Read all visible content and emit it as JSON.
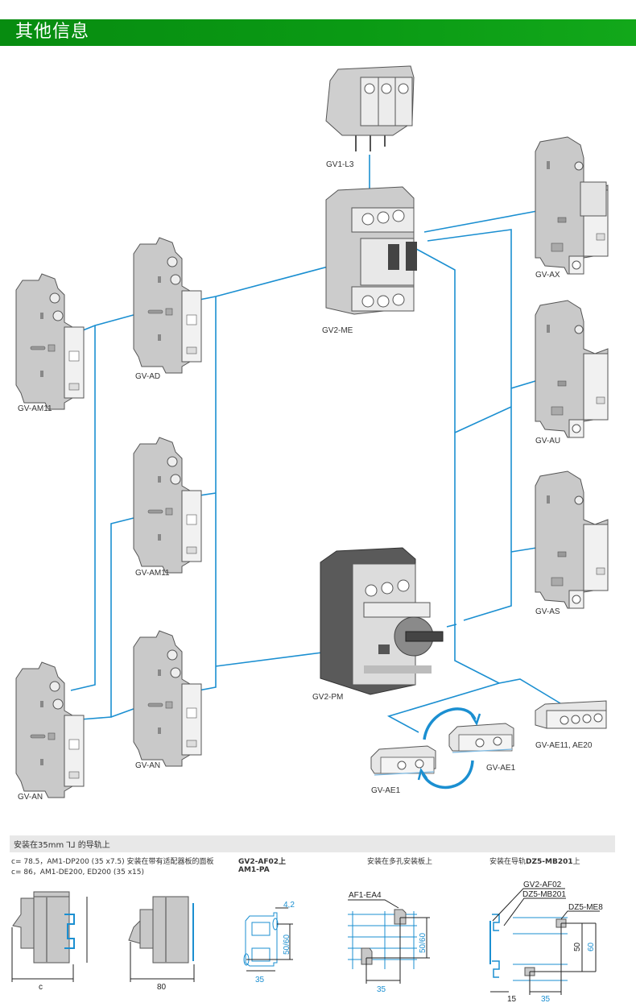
{
  "header": {
    "title": "其他信息"
  },
  "colors": {
    "header_green": "#0a9a14",
    "connector_blue": "#1b8fd1",
    "part_gray": "#c8c8c8",
    "part_dark": "#5a5a5a"
  },
  "diagram": {
    "parts": [
      {
        "id": "gv1-l3",
        "label": "GV1-L3"
      },
      {
        "id": "gv2-me",
        "label": "GV2-ME"
      },
      {
        "id": "gv-ax",
        "label": "GV-AX"
      },
      {
        "id": "gv-ad",
        "label": "GV-AD"
      },
      {
        "id": "gv-am11-left",
        "label": "GV-AM11"
      },
      {
        "id": "gv-au",
        "label": "GV-AU"
      },
      {
        "id": "gv-am11-mid",
        "label": "GV-AM11"
      },
      {
        "id": "gv-as",
        "label": "GV-AS"
      },
      {
        "id": "gv2-pm",
        "label": "GV2-PM"
      },
      {
        "id": "gv-an-mid",
        "label": "GV-AN"
      },
      {
        "id": "gv-an-left",
        "label": "GV-AN"
      },
      {
        "id": "gv-ae11",
        "label": "GV-AE11, AE20"
      },
      {
        "id": "gv-ae1-right",
        "label": "GV-AE1"
      },
      {
        "id": "gv-ae1-left",
        "label": "GV-AE1"
      }
    ]
  },
  "mounting": {
    "band_title": "安装在35mm ⅂⅃ 的导轨上",
    "line1": "c= 78.5，AM1-DP200 (35 x7.5) 安装在带有适配器板的面板",
    "line2": "c= 86，AM1-DE200, ED200 (35 x15)",
    "col3_line1": "GV2-AF02上",
    "col3_line2": "AM1-PA",
    "col4_title": "安装在多孔安装板上",
    "col5_title_prefix": "安装在导轨",
    "col5_title_bold": "DZ5-MB201",
    "col5_title_suffix": "上"
  },
  "drawings": {
    "d1": {
      "dim_width": "c"
    },
    "d2": {
      "dim_width": "80"
    },
    "d3": {
      "dim_top": "4,2",
      "dim_height": "50/60",
      "dim_width": "35"
    },
    "d4": {
      "callout": "AF1-EA4",
      "dim_height": "50/60",
      "dim_width": "35"
    },
    "d5": {
      "callout1": "GV2-AF02",
      "callout2": "DZ5-MB201",
      "callout3": "DZ5-ME8",
      "dim_h1": "50",
      "dim_h2": "60",
      "dim_w1": "15",
      "dim_w2": "35"
    }
  }
}
